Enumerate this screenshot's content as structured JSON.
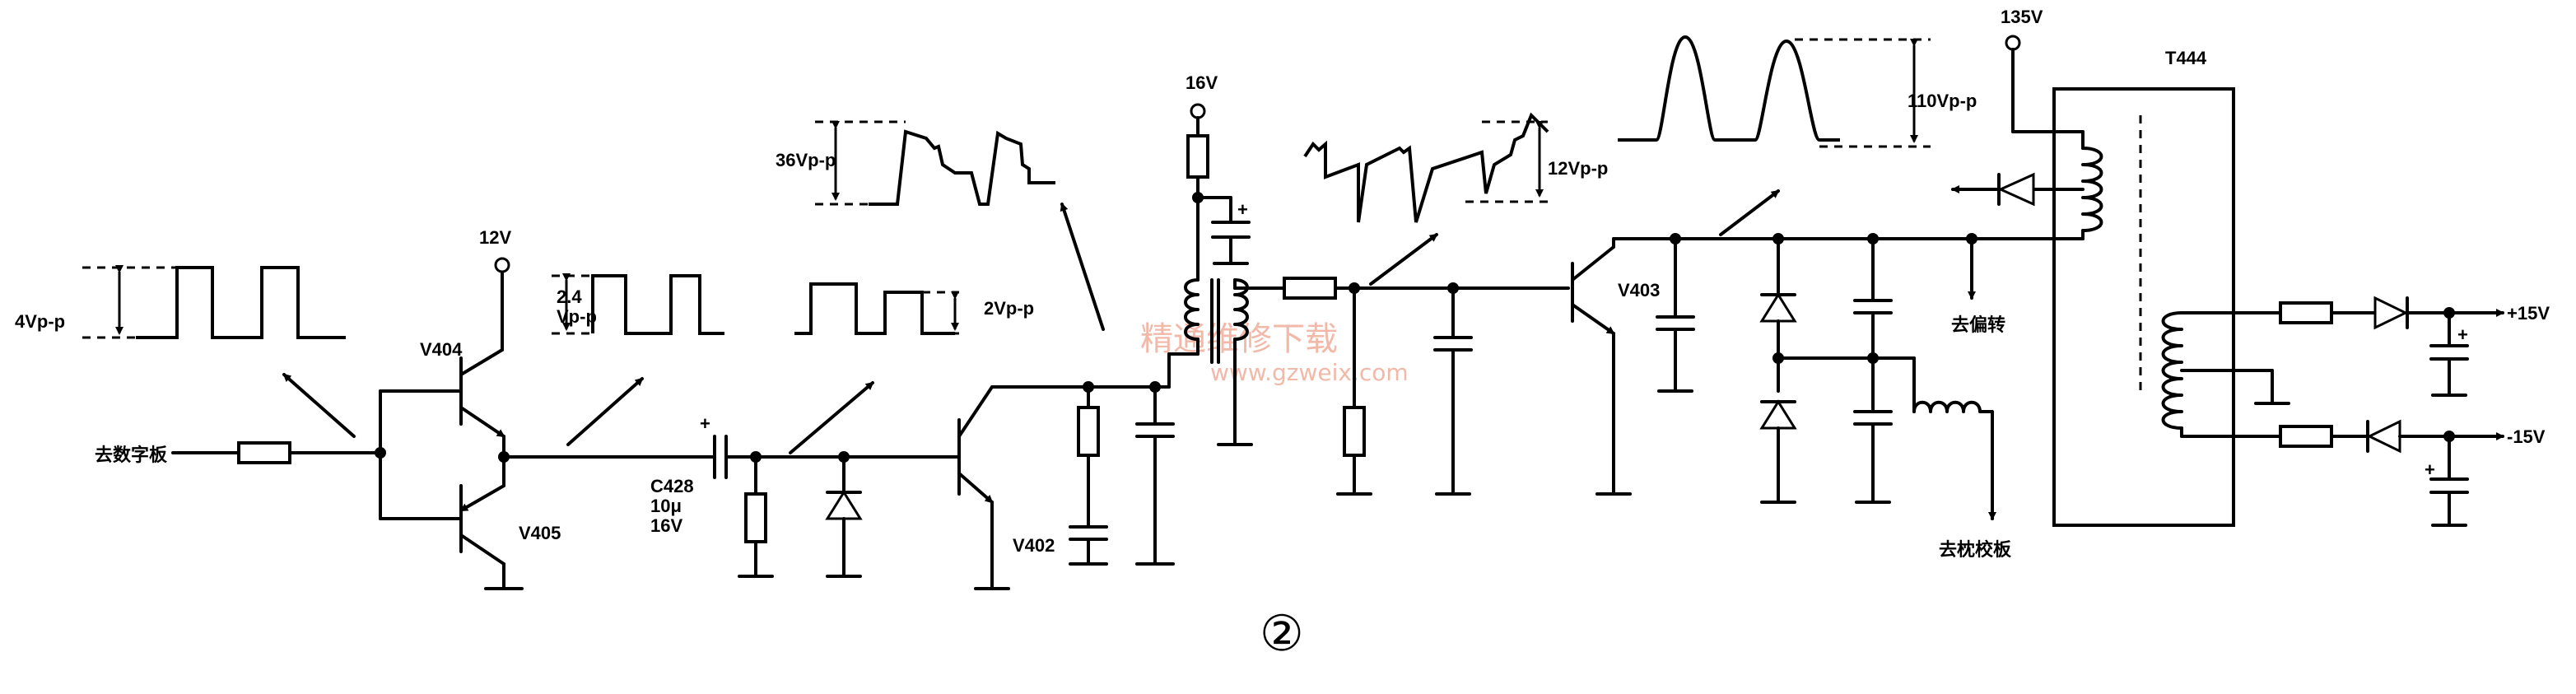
{
  "labels": {
    "to_digital_board": "去数字板",
    "v404": "V404",
    "v405": "V405",
    "v402": "V402",
    "v403": "V403",
    "supply_12v": "12V",
    "supply_16v": "16V",
    "supply_135v": "135V",
    "c428_name": "C428",
    "c428_cap": "10μ",
    "c428_volt": "16V",
    "to_deflection": "去偏转",
    "to_pincushion_board": "去枕校板",
    "transformer": "T444",
    "out_pos": "+15V",
    "out_neg": "-15V",
    "figure_number": "②"
  },
  "waveforms": {
    "input_amp": "4Vp-p",
    "driver_amp_1": "2.4",
    "driver_amp_2": "Vp-p",
    "coupled_amp": "2Vp-p",
    "v402_collector_amp": "36Vp-p",
    "v403_base_amp": "12Vp-p",
    "v403_collector_amp": "110Vp-p"
  },
  "watermark": {
    "text": "精通维修下载",
    "url": "www.gzweix.com"
  },
  "colors": {
    "line": "#000000",
    "watermark": "#f2b8a8",
    "background": "#ffffff"
  }
}
